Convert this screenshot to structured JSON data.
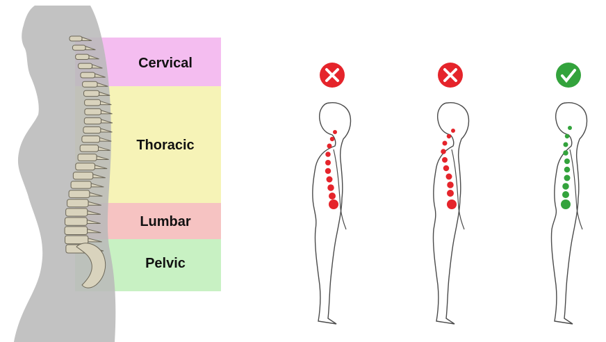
{
  "spine_regions": {
    "cervical": {
      "label": "Cervical",
      "color": "#f4bdf0"
    },
    "thoracic": {
      "label": "Thoracic",
      "color": "#f6f3b7"
    },
    "lumbar": {
      "label": "Lumbar",
      "color": "#f6c3c2"
    },
    "pelvic": {
      "label": "Pelvic",
      "color": "#c8f1c3"
    }
  },
  "postures": [
    {
      "status": "incorrect",
      "icon": "x-icon",
      "color": "#e5242b"
    },
    {
      "status": "incorrect",
      "icon": "x-icon",
      "color": "#e5242b"
    },
    {
      "status": "correct",
      "icon": "check-icon",
      "color": "#33a33c"
    }
  ],
  "colors": {
    "silhouette": "#b9b9b9",
    "bone": "#d6d0b8",
    "outline": "#4a4a4a"
  }
}
